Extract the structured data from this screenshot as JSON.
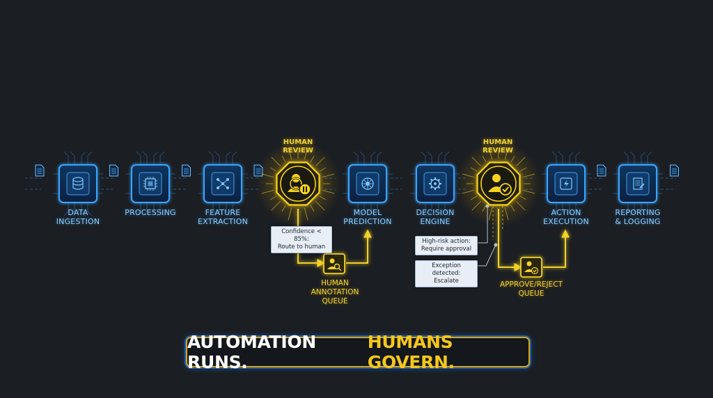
{
  "pipeline": {
    "stages": [
      {
        "label": "DATA\nINGESTION",
        "icon": "database-icon"
      },
      {
        "label": "PROCESSING",
        "icon": "chip-icon"
      },
      {
        "label": "FEATURE\nEXTRACTION",
        "icon": "network-icon"
      },
      {
        "label": "MODEL\nPREDICTION",
        "icon": "brain-icon"
      },
      {
        "label": "DECISION\nENGINE",
        "icon": "gear-icon"
      },
      {
        "label": "ACTION\nEXECUTION",
        "icon": "lightning-icon"
      },
      {
        "label": "REPORTING\n& LOGGING",
        "icon": "report-icon"
      }
    ],
    "human_review": [
      {
        "label": "HUMAN\nREVIEW",
        "icon": "user-search-pause-icon"
      },
      {
        "label": "HUMAN\nREVIEW",
        "icon": "user-check-icon"
      }
    ]
  },
  "notes": {
    "confidence": "Confidence < 85%:\nRoute to human",
    "high_risk": "High-risk action:\nRequire approval",
    "exception": "Exception detected:\nEscalate"
  },
  "queues": {
    "annotation": "HUMAN\nANNOTATION\nQUEUE",
    "approve": "APPROVE/REJECT\nQUEUE"
  },
  "tagline": {
    "part1": "AUTOMATION RUNS.",
    "part2": "HUMANS GOVERN."
  },
  "colors": {
    "background": "#1b1e22",
    "automation_blue": "#2f9bff",
    "human_yellow": "#f2d22a"
  }
}
